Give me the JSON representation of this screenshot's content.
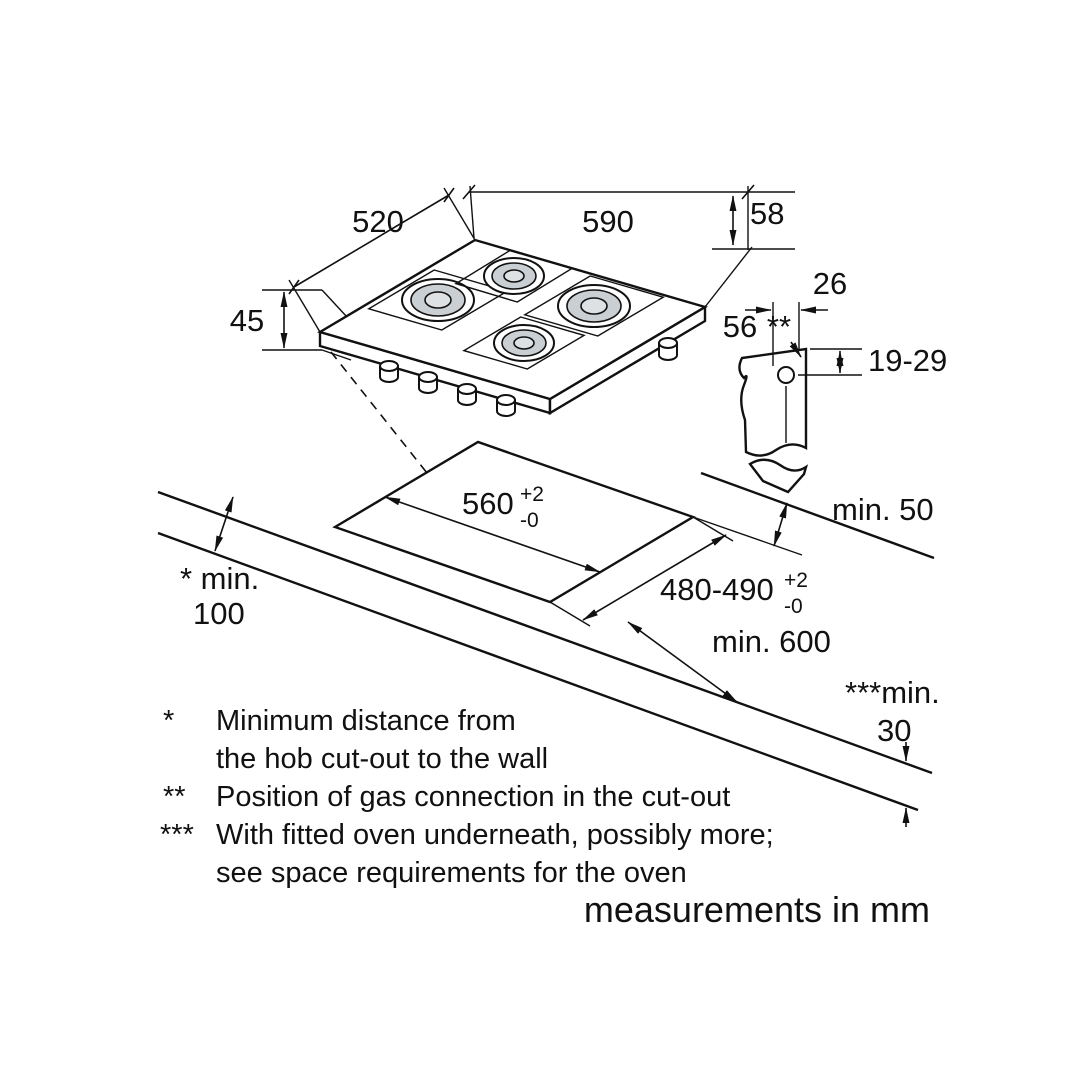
{
  "diagram": {
    "dims": {
      "d520": "520",
      "d590": "590",
      "d58": "58",
      "d45": "45",
      "d56": "56",
      "gas_mark": "**",
      "d26": "26",
      "d19_29": "19-29",
      "cutout_w": {
        "main": "560",
        "sup": "+2",
        "sub": "-0"
      },
      "cutout_d": {
        "main": "480-490",
        "sup": "+2",
        "sub": "-0"
      },
      "min50": "min. 50",
      "min600": "min. 600",
      "min100_l1": "* min.",
      "min100_l2": "100",
      "min30_l1": "***min.",
      "min30_l2": "30"
    },
    "footnotes": {
      "fn1": {
        "mark": "*",
        "l1": "Minimum distance from",
        "l2": "the hob cut-out to the wall"
      },
      "fn2": {
        "mark": "**",
        "l1": "Position of gas connection in the cut-out"
      },
      "fn3": {
        "mark": "***",
        "l1": "With fitted oven underneath, possibly more;",
        "l2": "see space requirements for the oven"
      }
    },
    "units_note": "measurements in mm",
    "colors": {
      "line": "#111111",
      "burner_ring": "#c9cfd3",
      "burner_cap": "#dde1e4",
      "background": "#ffffff"
    }
  }
}
